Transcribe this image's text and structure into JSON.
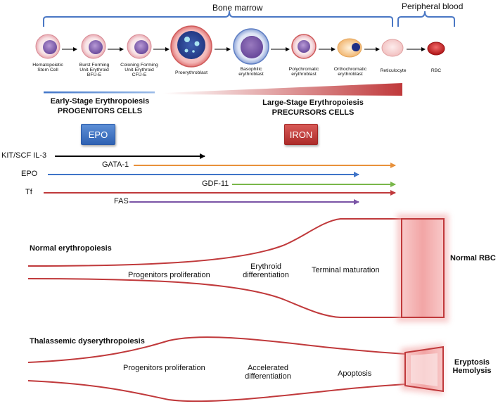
{
  "header": {
    "bone_marrow": "Bone marrow",
    "peripheral_blood": "Peripheral blood"
  },
  "cells": [
    {
      "label": "Hematopoietic\nStem Cell"
    },
    {
      "label": "Burst Forming\nUnit-Erythroid\nBFU-E"
    },
    {
      "label": "Coloning Forming\nUnit-Erythroid\nCFU-E"
    },
    {
      "label": "Proerythroblast"
    },
    {
      "label": "Basophilic\nerythroblast"
    },
    {
      "label": "Polychromatic\nerythroblast"
    },
    {
      "label": "Orthochromatic\nerythroblast"
    },
    {
      "label": "Reticulocyte"
    },
    {
      "label": "RBC"
    }
  ],
  "stages": {
    "early_line1": "Early-Stage Erythropoiesis",
    "early_line2": "PROGENITORS CELLS",
    "late_line1": "Large-Stage Erythropoiesis",
    "late_line2": "PRECURSORS CELLS",
    "epo_button": "EPO",
    "iron_button": "IRON"
  },
  "factors": [
    {
      "label": "KIT/SCF IL-3",
      "color": "#000000"
    },
    {
      "label": "GATA-1",
      "color": "#e8913a"
    },
    {
      "label": "EPO",
      "color": "#3f74c8"
    },
    {
      "label": "GDF-11",
      "color": "#79b74a"
    },
    {
      "label": "Tf",
      "color": "#c0393b"
    },
    {
      "label": "FAS",
      "color": "#7a54a6"
    }
  ],
  "normal": {
    "title": "Normal erythropoiesis",
    "phase1": "Progenitors proliferation",
    "phase2": "Erythroid\ndifferentiation",
    "phase3": "Terminal maturation",
    "outcome": "Normal RBC"
  },
  "thal": {
    "title": "Thalassemic dyserythropoiesis",
    "phase1": "Progenitors proliferation",
    "phase2": "Accelerated\ndifferentiation",
    "phase3": "Apoptosis",
    "outcome": "Eryptosis\nHemolysis"
  },
  "colors": {
    "brace": "#4a77c4",
    "red": "#c0393b",
    "epo_btn": "#3b73c4",
    "iron_btn": "#c23b38"
  }
}
